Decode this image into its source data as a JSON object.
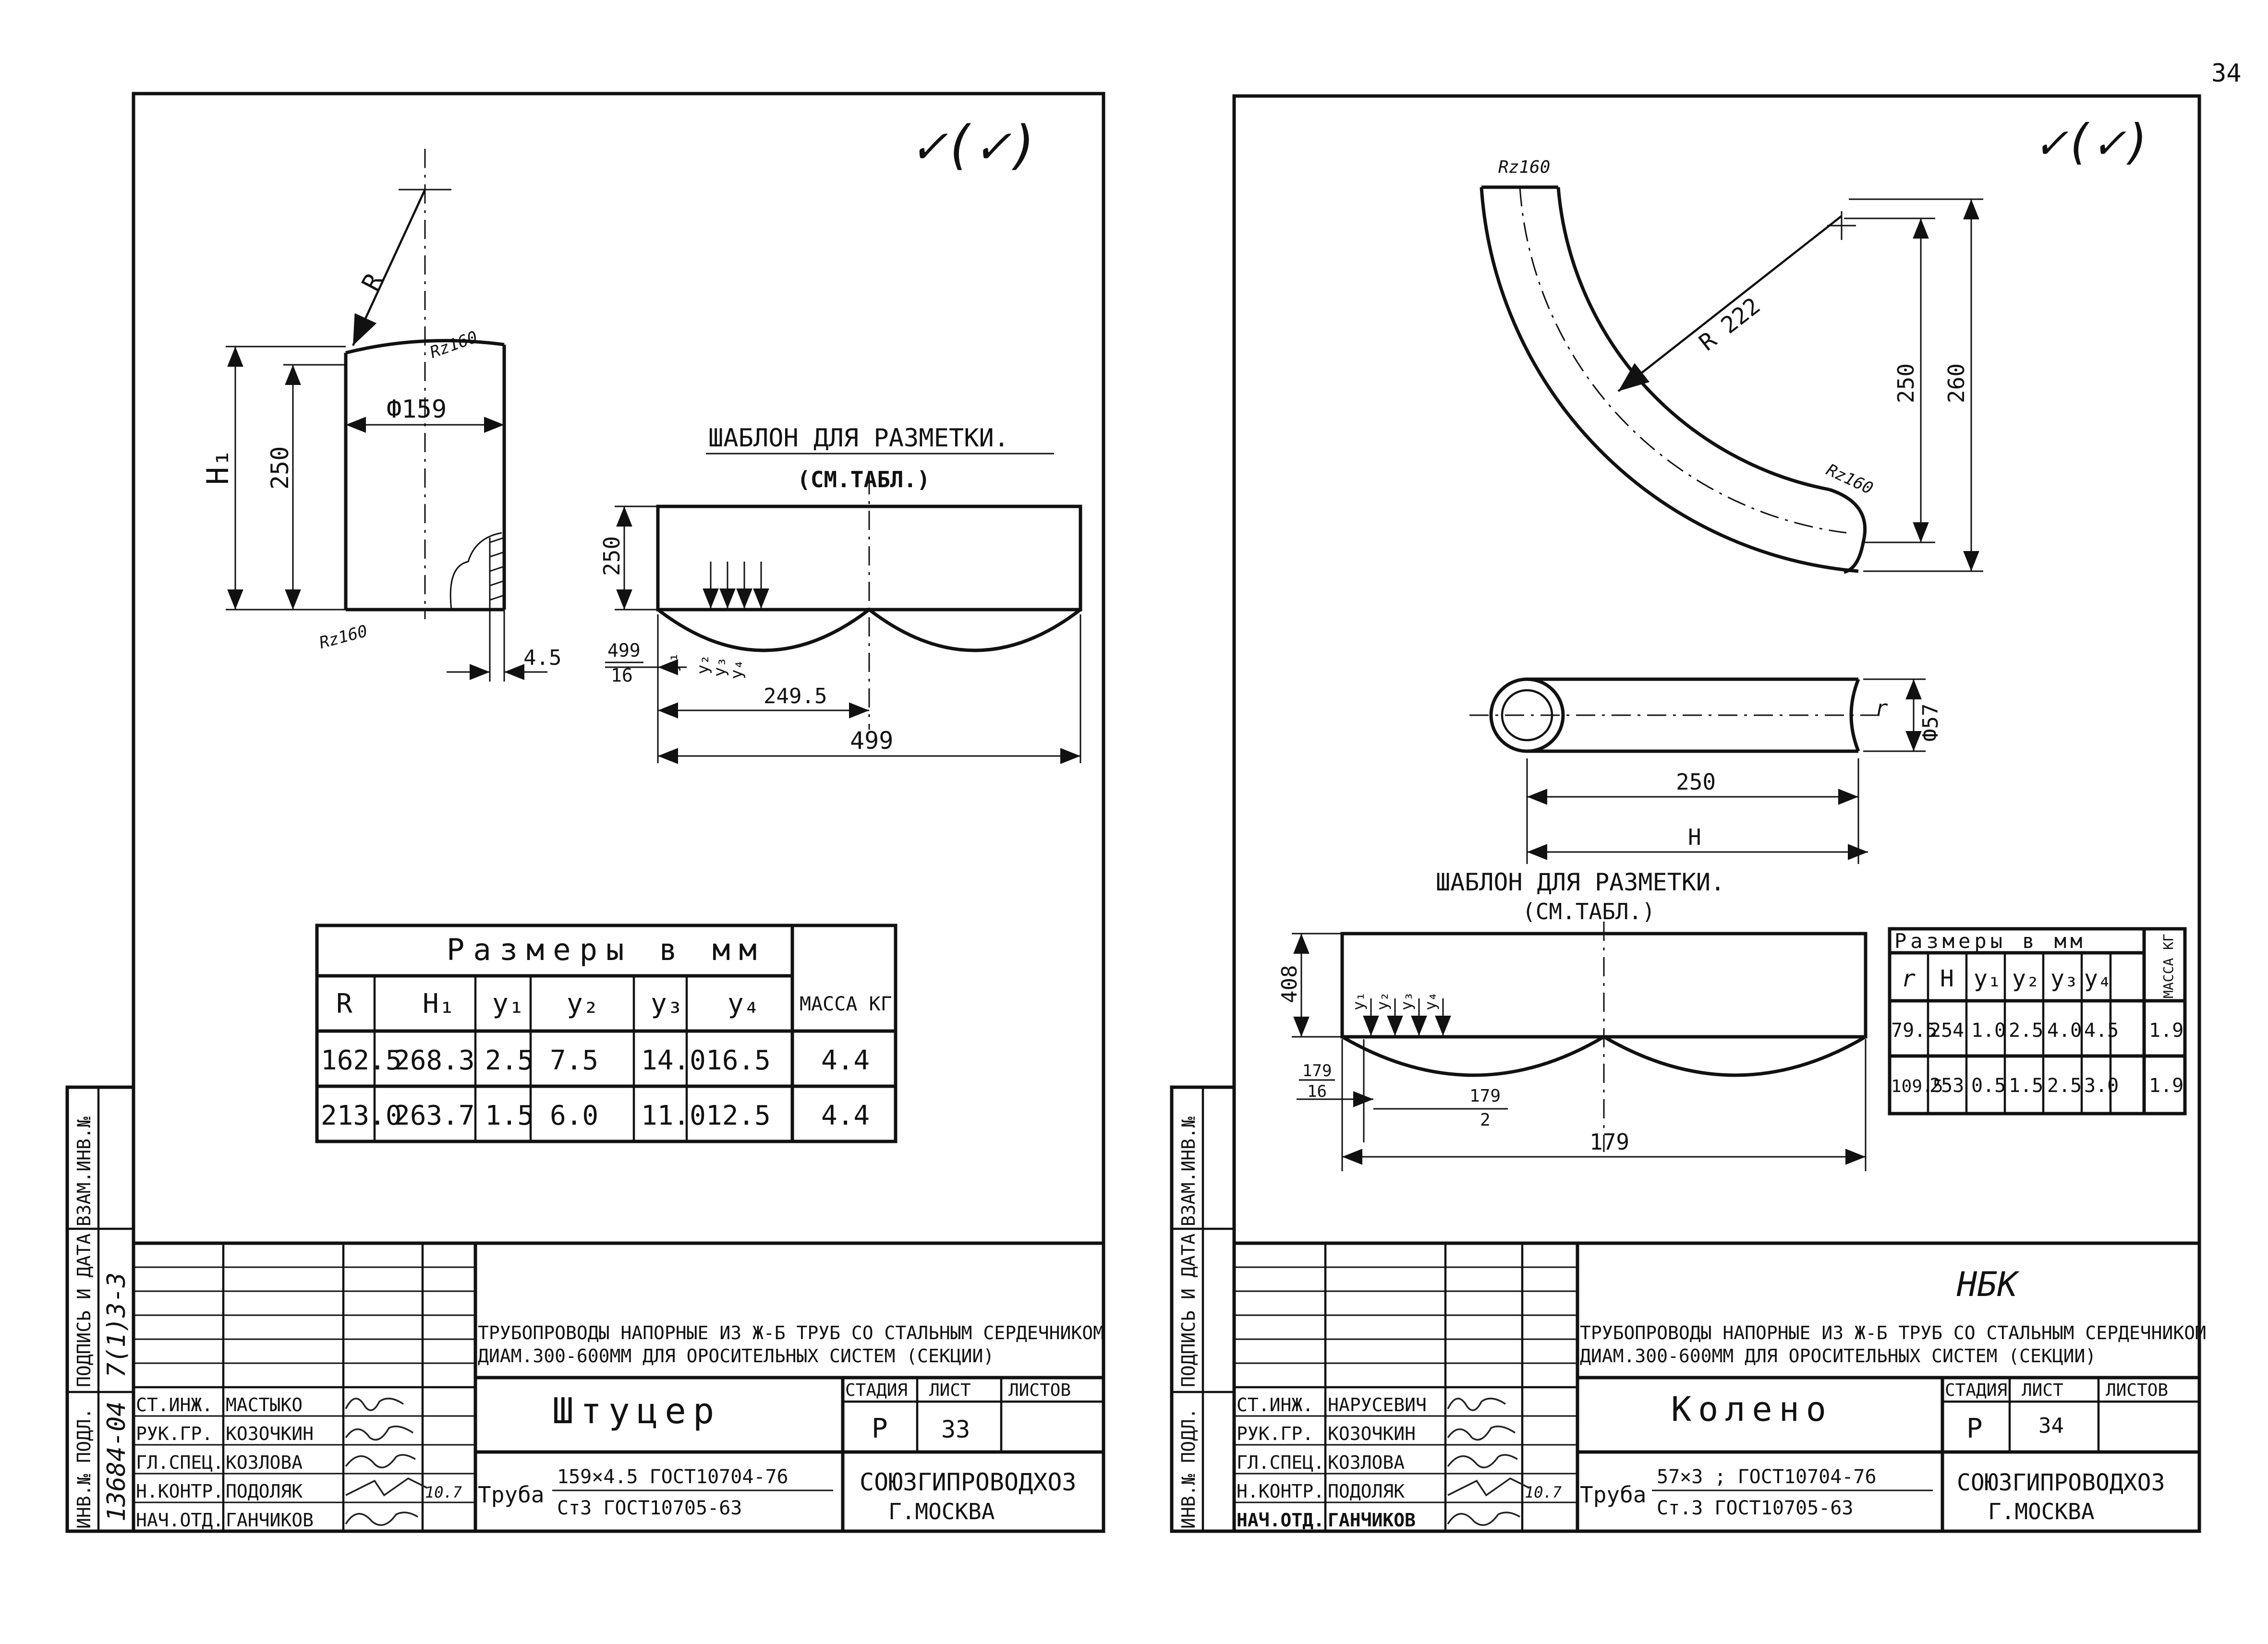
{
  "page_number": "34",
  "check_mark": "✓(✓)",
  "left": {
    "part": {
      "label_R": "R",
      "label_H1": "H₁",
      "dim_250": "250",
      "dim_phi": "Ф159",
      "rough_top": "Rz160",
      "rough_bottom": "Rz160",
      "dim_4_5": "4.5"
    },
    "template": {
      "title": "ШАБЛОН ДЛЯ РАЗМЕТКИ.",
      "subtitle": "(СМ.ТАБЛ.)",
      "dim_250": "250",
      "frac_num": "499",
      "frac_den": "16",
      "dim_249_5": "249.5",
      "dim_499": "499",
      "y1": "y₁",
      "y2": "y₂",
      "y3": "y₃",
      "y4": "y₄"
    },
    "table": {
      "group_header": "Размеры в мм",
      "mass_header": "МАССА КГ",
      "columns": [
        "R",
        "H₁",
        "y₁",
        "y₂",
        "y₃",
        "y₄"
      ],
      "rows": [
        [
          "162.5",
          "268.3",
          "2.5",
          "7.5",
          "14.0",
          "16.5",
          "4.4"
        ],
        [
          "213.0",
          "263.7",
          "1.5",
          "6.0",
          "11.0",
          "12.5",
          "4.4"
        ]
      ]
    },
    "stamp": {
      "side_labels": [
        "ИНВ.№ ПОДЛ.",
        "ПОДПИСЬ И ДАТА",
        "ВЗАМ.ИНВ.№"
      ],
      "side_values": [
        "13684-04",
        "7(1)3-3"
      ],
      "project": "ТРУБОПРОВОДЫ НАПОРНЫЕ ИЗ Ж-Б ТРУБ СО СТАЛЬНЫМ СЕРДЕЧНИКОМ ДИАМ.300-600ММ ДЛЯ ОРОСИТЕЛЬНЫХ СИСТЕМ (СЕКЦИИ)",
      "project_l1": "ТРУБОПРОВОДЫ НАПОРНЫЕ ИЗ Ж-Б ТРУБ СО СТАЛЬНЫМ СЕРДЕЧНИКОМ",
      "project_l2": "ДИАМ.300-600ММ ДЛЯ ОРОСИТЕЛЬНЫХ СИСТЕМ (СЕКЦИИ)",
      "name": "Штуцер",
      "stage_h": "СТАДИЯ",
      "sheet_h": "ЛИСТ",
      "sheets_h": "ЛИСТОВ",
      "stage": "Р",
      "sheet": "33",
      "sheets": "",
      "pipe_word": "Труба",
      "pipe_num": "159×4.5   ГОСТ10704-76",
      "pipe_den": "Ст3 ГОСТ10705-63",
      "org_l1": "СОЮЗГИПРОВОДХОЗ",
      "org_l2": "Г.МОСКВА",
      "date": "10.7",
      "people": [
        [
          "СТ.ИНЖ.",
          "МАСТЫКО"
        ],
        [
          "РУК.ГР.",
          "КОЗОЧКИН"
        ],
        [
          "ГЛ.СПЕЦ.",
          "КОЗЛОВА"
        ],
        [
          "Н.КОНТР.",
          "ПОДОЛЯК"
        ],
        [
          "НАЧ.ОТД.",
          "ГАНЧИКОВ"
        ]
      ]
    }
  },
  "right": {
    "part": {
      "rough_top": "Rz160",
      "dim_R": "R 222",
      "dim_250": "250",
      "dim_260": "260",
      "rough_end": "Rz160",
      "dim_phi": "Ф57",
      "dim_r": "r",
      "dim_250b": "250",
      "dim_H": "H"
    },
    "template": {
      "title": "ШАБЛОН ДЛЯ РАЗМЕТКИ.",
      "subtitle": "(СМ.ТАБЛ.)",
      "dim_408": "408",
      "frac_num": "179",
      "frac_den": "16",
      "frac2_num": "179",
      "frac2_den": "2",
      "dim_179": "179",
      "y1": "y₁",
      "y2": "y₂",
      "y3": "y₃",
      "y4": "y₄"
    },
    "table": {
      "group_header": "Размеры в мм",
      "mass_header": "МАССА КГ",
      "columns": [
        "r",
        "H",
        "y₁",
        "y₂",
        "y₃",
        "y₄"
      ],
      "rows": [
        [
          "79.5",
          "254",
          "1.0",
          "2.5",
          "4.0",
          "4.5",
          "1.9"
        ],
        [
          "109.5",
          "253",
          "0.5",
          "1.5",
          "2.5",
          "3.0",
          "1.9"
        ]
      ]
    },
    "stamp": {
      "side_labels": [
        "ИНВ.№ ПОДЛ.",
        "ПОДПИСЬ И ДАТА",
        "ВЗАМ.ИНВ.№"
      ],
      "handwritten": "НБК",
      "project_l1": "ТРУБОПРОВОДЫ НАПОРНЫЕ ИЗ Ж-Б ТРУБ СО СТАЛЬНЫМ СЕРДЕЧНИКОМ",
      "project_l2": "ДИАМ.300-600ММ ДЛЯ ОРОСИТЕЛЬНЫХ СИСТЕМ (СЕКЦИИ)",
      "name": "Колено",
      "stage_h": "СТАДИЯ",
      "sheet_h": "ЛИСТ",
      "sheets_h": "ЛИСТОВ",
      "stage": "Р",
      "sheet": "34",
      "sheets": "",
      "pipe_word": "Труба",
      "pipe_num": "57×3 ; ГОСТ10704-76",
      "pipe_den": "Ст.3 ГОСТ10705-63",
      "org_l1": "СОЮЗГИПРОВОДХОЗ",
      "org_l2": "Г.МОСКВА",
      "date": "10.7",
      "people": [
        [
          "СТ.ИНЖ.",
          "НАРУСЕВИЧ"
        ],
        [
          "РУК.ГР.",
          "КОЗОЧКИН"
        ],
        [
          "ГЛ.СПЕЦ.",
          "КОЗЛОВА"
        ],
        [
          "Н.КОНТР.",
          "ПОДОЛЯК"
        ],
        [
          "НАЧ.ОТД.",
          "ГАНЧИКОВ"
        ]
      ]
    }
  }
}
